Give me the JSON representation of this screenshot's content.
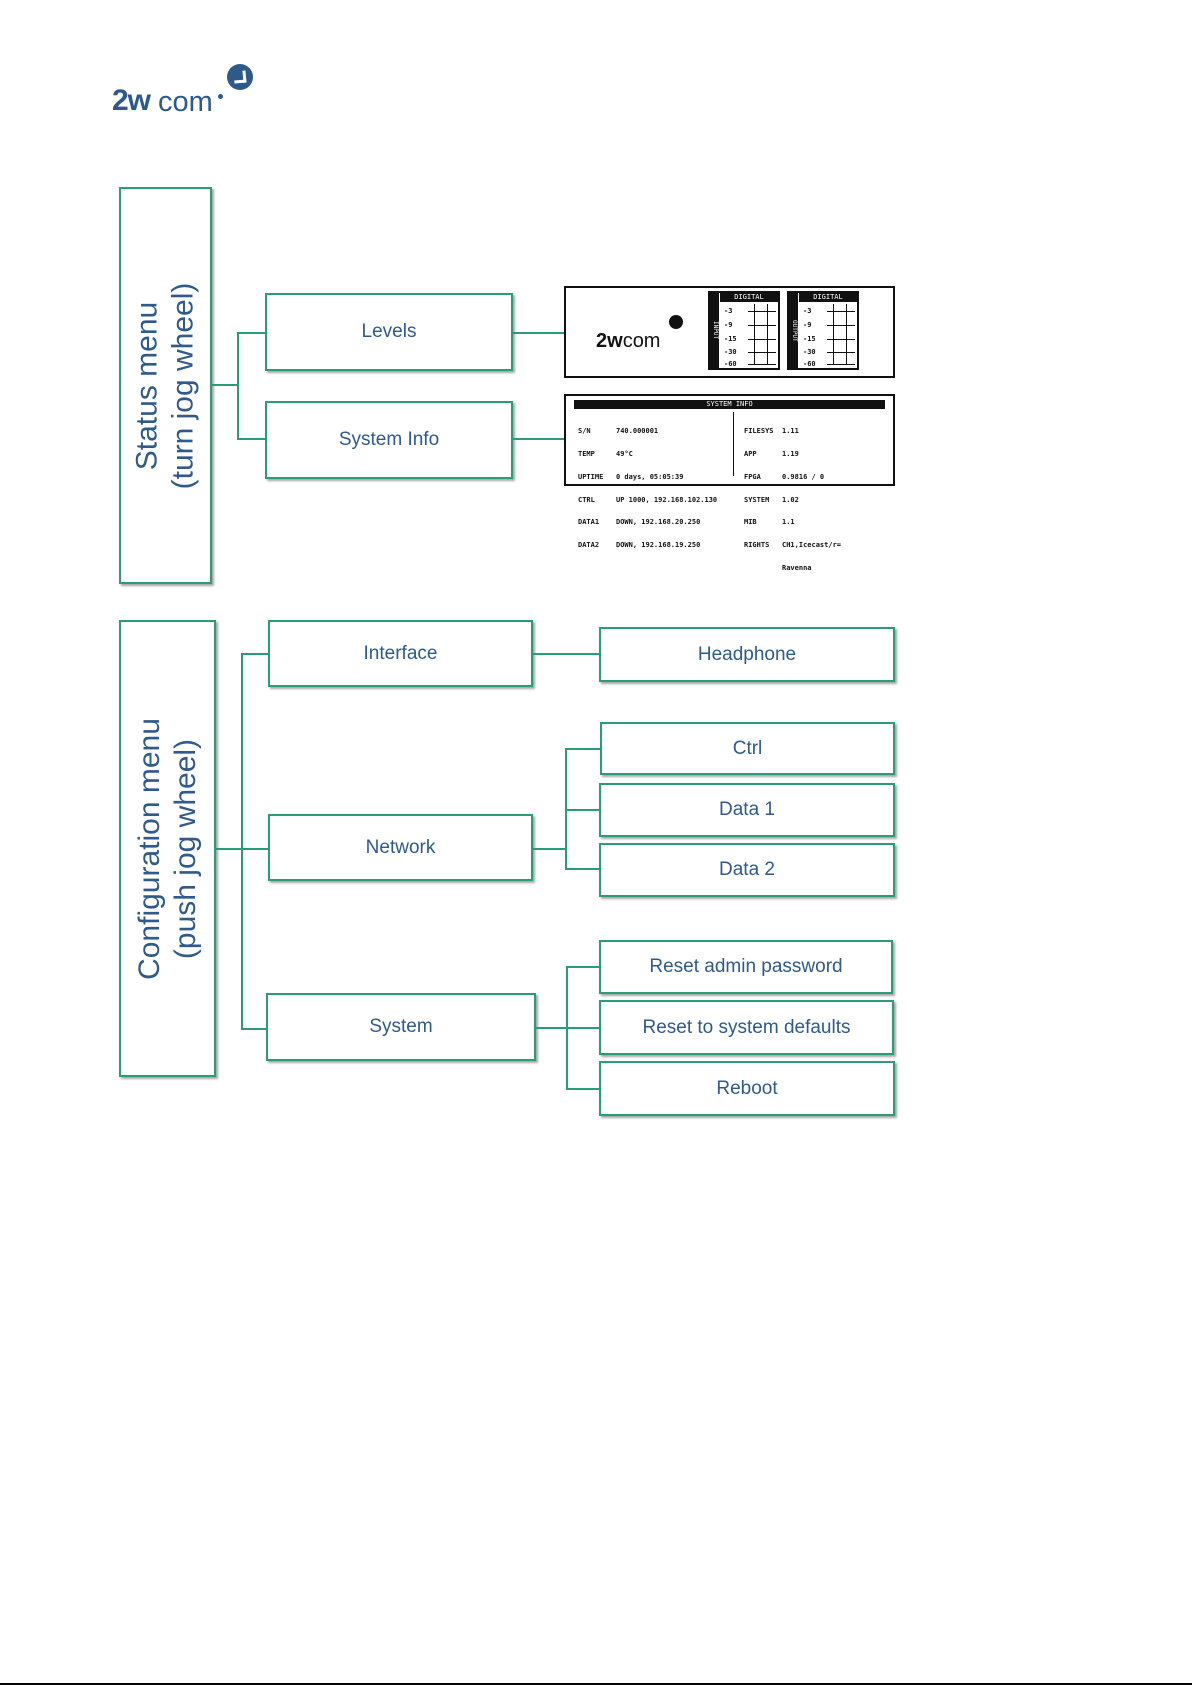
{
  "logo": {
    "brand_left": "2w",
    "brand_right": "com"
  },
  "status_menu": {
    "title_line1": "Status menu",
    "title_line2": "(turn jog wheel)",
    "items": [
      "Levels",
      "System Info"
    ]
  },
  "levels_screen": {
    "logo_left": "2w",
    "logo_right": "com",
    "meters": [
      {
        "header": "DIGITAL",
        "side": "INPUT",
        "ticks": [
          "-3",
          "-9",
          "-15",
          "-30",
          "-60"
        ]
      },
      {
        "header": "DIGITAL",
        "side": "OUTPUT",
        "ticks": [
          "-3",
          "-9",
          "-15",
          "-30",
          "-60"
        ]
      }
    ]
  },
  "sysinfo_screen": {
    "title": "SYSTEM INFO",
    "left_rows": [
      [
        "S/N",
        "740.000001"
      ],
      [
        "TEMP",
        "49°C"
      ],
      [
        "UPTIME",
        "0 days, 05:05:39"
      ],
      [
        "CTRL",
        "UP 1000, 192.168.102.130"
      ],
      [
        "DATA1",
        "DOWN, 192.168.20.250"
      ],
      [
        "DATA2",
        "DOWN, 192.168.19.250"
      ]
    ],
    "right_rows": [
      [
        "FILESYS",
        "1.11"
      ],
      [
        "APP",
        "1.19"
      ],
      [
        "FPGA",
        "0.9816 / 0"
      ],
      [
        "SYSTEM",
        "1.02"
      ],
      [
        "MIB",
        "1.1"
      ],
      [
        "RIGHTS",
        "CH1,Icecast/r="
      ],
      [
        "",
        "Ravenna"
      ]
    ]
  },
  "config_menu": {
    "title_line1": "Configuration menu",
    "title_line2": "(push jog wheel)",
    "interface": {
      "label": "Interface",
      "children": [
        "Headphone"
      ]
    },
    "network": {
      "label": "Network",
      "children": [
        "Ctrl",
        "Data 1",
        "Data 2"
      ]
    },
    "system": {
      "label": "System",
      "children": [
        "Reset admin password",
        "Reset to system defaults",
        "Reboot"
      ]
    }
  },
  "colors": {
    "line": "#2a9d78",
    "text": "#2e5a8c",
    "brand": "#2d5a8a"
  }
}
